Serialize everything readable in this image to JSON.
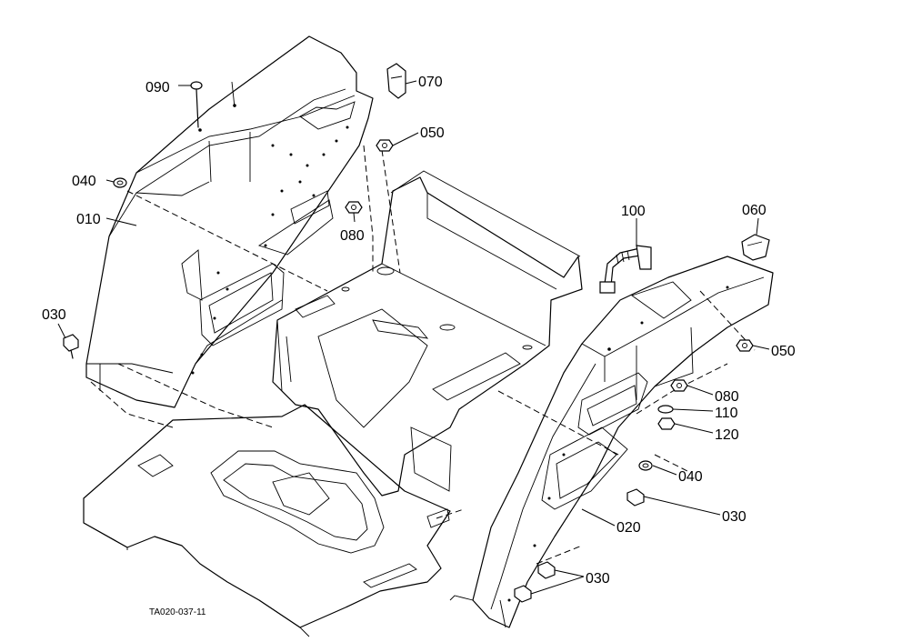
{
  "callouts": {
    "c090": "090",
    "c070": "070",
    "c050a": "050",
    "c040a": "040",
    "c010": "010",
    "c080a": "080",
    "c030a": "030",
    "c100": "100",
    "c060": "060",
    "c050b": "050",
    "c080b": "080",
    "c110": "110",
    "c120": "120",
    "c040b": "040",
    "c030b": "030",
    "c020": "020",
    "c030c": "030"
  },
  "caption": "TA020-037-11"
}
